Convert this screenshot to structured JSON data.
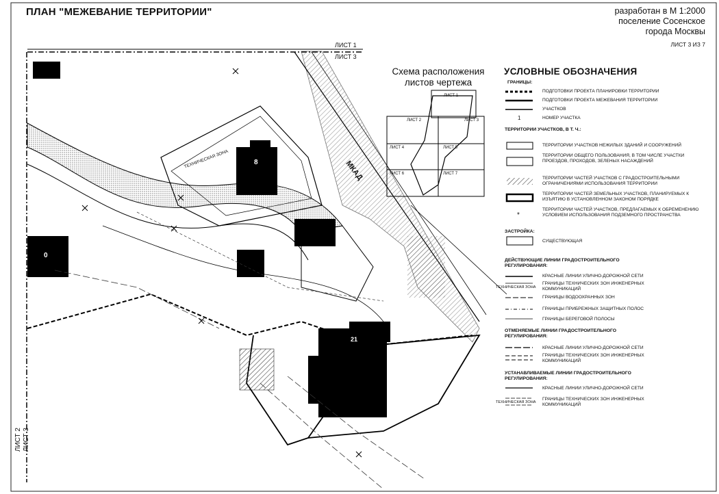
{
  "header": {
    "title": "ПЛАН \"МЕЖЕВАНИЕ ТЕРРИТОРИИ\"",
    "scale": "разработан в М 1:2000",
    "settlement": "поселение Сосенское",
    "city": "города Москвы",
    "sheet": "ЛИСТ 3 ИЗ 7"
  },
  "map": {
    "sheet_top_1": "ЛИСТ 1",
    "sheet_top_3": "ЛИСТ 3",
    "sheet_side_2": "ЛИСТ 2",
    "sheet_side_3": "ЛИСТ 3",
    "mkad": "МКАД",
    "tech_zone": "ТЕХНИЧЕСКАЯ ЗОНА",
    "plots": [
      "8",
      "0",
      "21"
    ]
  },
  "scheme": {
    "title_line1": "Схема расположения",
    "title_line2": "листов чертежа",
    "cells": [
      "ЛИСТ 1",
      "ЛИСТ 2",
      "ЛИСТ 3",
      "ЛИСТ 4",
      "ЛИСТ 5",
      "ЛИСТ 6",
      "ЛИСТ 7"
    ]
  },
  "legend": {
    "title": "УСЛОВНЫЕ ОБОЗНАЧЕНИЯ",
    "boundaries_header": "ГРАНИЦЫ:",
    "boundaries": [
      "ПОДГОТОВКИ ПРОЕКТА ПЛАНИРОВКИ ТЕРРИТОРИИ",
      "ПОДГОТОВКИ ПРОЕКТА МЕЖЕВАНИЯ ТЕРРИТОРИИ",
      "УЧАСТКОВ",
      "НОМЕР УЧАСТКА"
    ],
    "plot_number_symbol": "1",
    "territories_header": "ТЕРРИТОРИИ УЧАСТКОВ, В Т. Ч.:",
    "territories": [
      "ТЕРРИТОРИИ УЧАСТКОВ НЕЖИЛЫХ ЗДАНИЙ И СООРУЖЕНИЙ",
      "ТЕРРИТОРИИ ОБЩЕГО ПОЛЬЗОВАНИЯ, В ТОМ ЧИСЛЕ УЧАСТКИ ПРОЕЗДОВ, ПРОХОДОВ, ЗЕЛЕНЫХ НАСАЖДЕНИЙ",
      "ТЕРРИТОРИИ ЧАСТЕЙ УЧАСТКОВ С ГРАДОСТРОИТЕЛЬНЫМИ ОГРАНИЧЕНИЯМИ ИСПОЛЬЗОВАНИЯ ТЕРРИТОРИИ",
      "ТЕРРИТОРИИ ЧАСТЕЙ ЗЕМЕЛЬНЫХ УЧАСТКОВ, ПЛАНИРУЕМЫХ К ИЗЪЯТИЮ В УСТАНОВЛЕННОМ ЗАКОНОМ ПОРЯДКЕ",
      "ТЕРРИТОРИИ ЧАСТЕЙ УЧАСТКОВ, ПРЕДЛАГАЕМЫХ К ОБРЕМЕНЕНИЮ УСЛОВИЕМ ИСПОЛЬЗОВАНИЯ ПОДЗЕМНОГО ПРОСТРАНСТВА"
    ],
    "building_header": "ЗАСТРОЙКА:",
    "building_existing": "СУЩЕСТВУЮЩАЯ",
    "active_header": "ДЕЙСТВУЮЩИЕ ЛИНИИ ГРАДОСТРОИТЕЛЬНОГО РЕГУЛИРОВАНИЯ:",
    "active": [
      "КРАСНЫЕ ЛИНИИ УЛИЧНО-ДОРОЖНОЙ СЕТИ",
      "ГРАНИЦЫ ТЕХНИЧЕСКИХ ЗОН ИНЖЕНЕРНЫХ КОММУНИКАЦИЙ",
      "ГРАНИЦЫ ВОДООХРАННЫХ ЗОН",
      "ГРАНИЦЫ ПРИБРЕЖНЫХ ЗАЩИТНЫХ ПОЛОС",
      "ГРАНИЦЫ БЕРЕГОВОЙ ПОЛОСЫ"
    ],
    "tech_zone_sample": "ТЕХНИЧЕСКАЯ ЗОНА",
    "cancelled_header": "ОТМЕНЯЕМЫЕ ЛИНИИ ГРАДОСТРОИТЕЛЬНОГО РЕГУЛИРОВАНИЯ:",
    "cancelled": [
      "КРАСНЫЕ ЛИНИИ УЛИЧНО-ДОРОЖНОЙ СЕТИ",
      "ГРАНИЦЫ ТЕХНИЧЕСКИХ ЗОН ИНЖЕНЕРНЫХ КОММУНИКАЦИЙ"
    ],
    "established_header": "УСТАНАВЛИВАЕМЫЕ ЛИНИИ ГРАДОСТРОИТЕЛЬНОГО РЕГУЛИРОВАНИЯ:",
    "established": [
      "КРАСНЫЕ ЛИНИИ УЛИЧНО-ДОРОЖНОЙ СЕТИ",
      "ГРАНИЦЫ ТЕХНИЧЕСКИХ ЗОН ИНЖЕНЕРНЫХ КОММУНИКАЦИЙ"
    ]
  }
}
